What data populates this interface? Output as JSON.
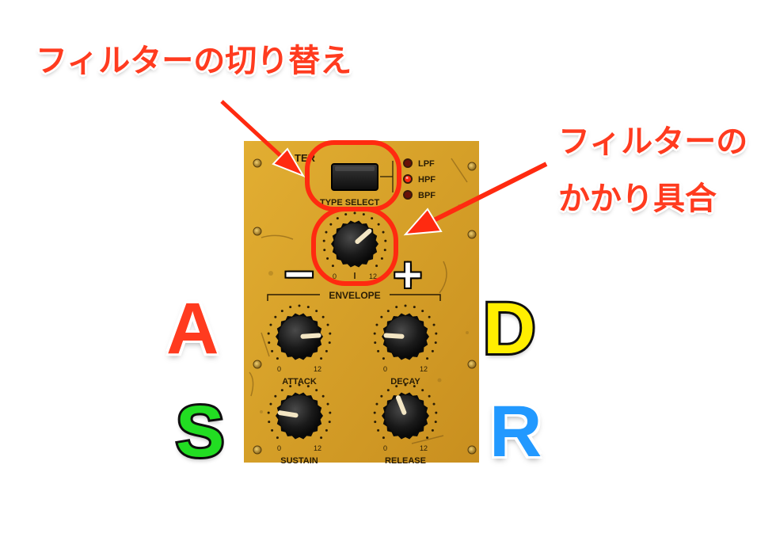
{
  "annotations": {
    "filter_switch": "フィルターの切り替え",
    "filter_amount_line1": "フィルターの",
    "filter_amount_line2": "かかり具合"
  },
  "panel": {
    "header_fragment": "TER",
    "type_select_label": "TYPE SELECT",
    "filter_types": [
      {
        "label": "LPF",
        "active": false
      },
      {
        "label": "HPF",
        "active": true
      },
      {
        "label": "BPF",
        "active": false
      }
    ],
    "envelope_label": "ENVELOPE",
    "amount_knob": {
      "min_label": "0",
      "max_label": "12",
      "value": 0.68
    },
    "knobs": [
      {
        "name": "attack",
        "label": "ATTACK",
        "min_label": "0",
        "max_label": "12",
        "value": 0.82
      },
      {
        "name": "decay",
        "label": "DECAY",
        "min_label": "0",
        "max_label": "12",
        "value": 0.18
      },
      {
        "name": "sustain",
        "label": "SUSTAIN",
        "min_label": "0",
        "max_label": "12",
        "value": 0.2
      },
      {
        "name": "release",
        "label": "RELEASE",
        "min_label": "0",
        "max_label": "12",
        "value": 0.42
      }
    ]
  },
  "adsr": {
    "a": "A",
    "d": "D",
    "s": "S",
    "r": "R"
  },
  "signs": {
    "minus": "−",
    "plus": "+"
  },
  "colors": {
    "panel": "#d9a42a",
    "annotation": "#ff3b1f",
    "led_on": "#ff2a10",
    "letter_a": "#ff3b1f",
    "letter_d": "#ffee00",
    "letter_s": "#22dd22",
    "letter_r": "#2299ff"
  }
}
